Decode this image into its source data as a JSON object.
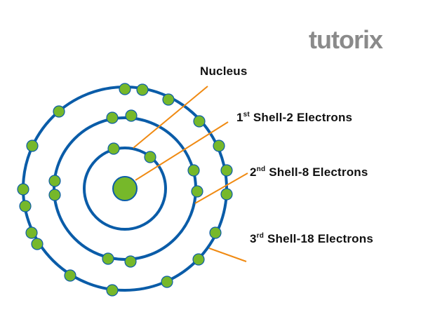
{
  "logo": {
    "text": "tutorix"
  },
  "labels": {
    "nucleus": "Nucleus",
    "shell1": {
      "num": "1",
      "suffix": "st",
      "text": " Shell-2 Electrons"
    },
    "shell2": {
      "num": "2",
      "suffix": "nd",
      "text": " Shell-8 Electrons"
    },
    "shell3": {
      "num": "3",
      "suffix": "rd",
      "text": " Shell-18 Electrons"
    }
  },
  "colors": {
    "shell": "#0a5ca8",
    "electron": "#76b82a",
    "pointer": "#f08a12",
    "text": "#111111"
  },
  "shells": [
    {
      "electrons": 2
    },
    {
      "electrons": 8
    },
    {
      "electrons": 18
    }
  ]
}
